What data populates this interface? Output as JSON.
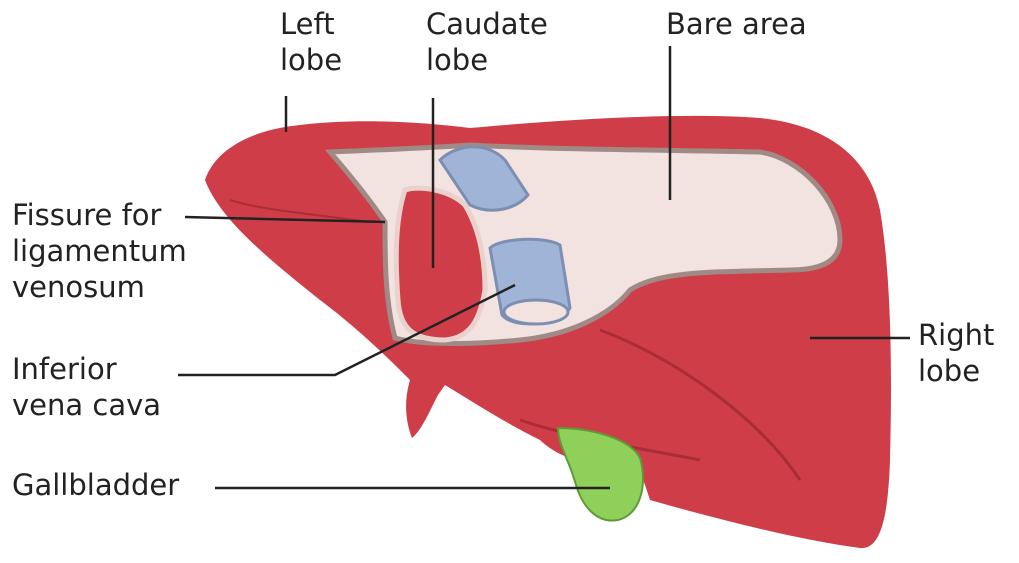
{
  "colors": {
    "liver": "#cf3e48",
    "liver_shadow": "#b5323b",
    "bare_area": "#f3e3e0",
    "bare_outline": "#a08a86",
    "vena_cava": "#9fb4d6",
    "gallbladder": "#8fd05a",
    "leader_line": "#222222"
  },
  "labels": {
    "left_lobe": "Left\nlobe",
    "caudate_lobe": "Caudate\nlobe",
    "bare_area": "Bare area",
    "fissure": "Fissure for\nligamentum\nvenosum",
    "ivc": "Inferior\nvena cava",
    "gallbladder": "Gallbladder",
    "right_lobe": "Right\nlobe"
  }
}
